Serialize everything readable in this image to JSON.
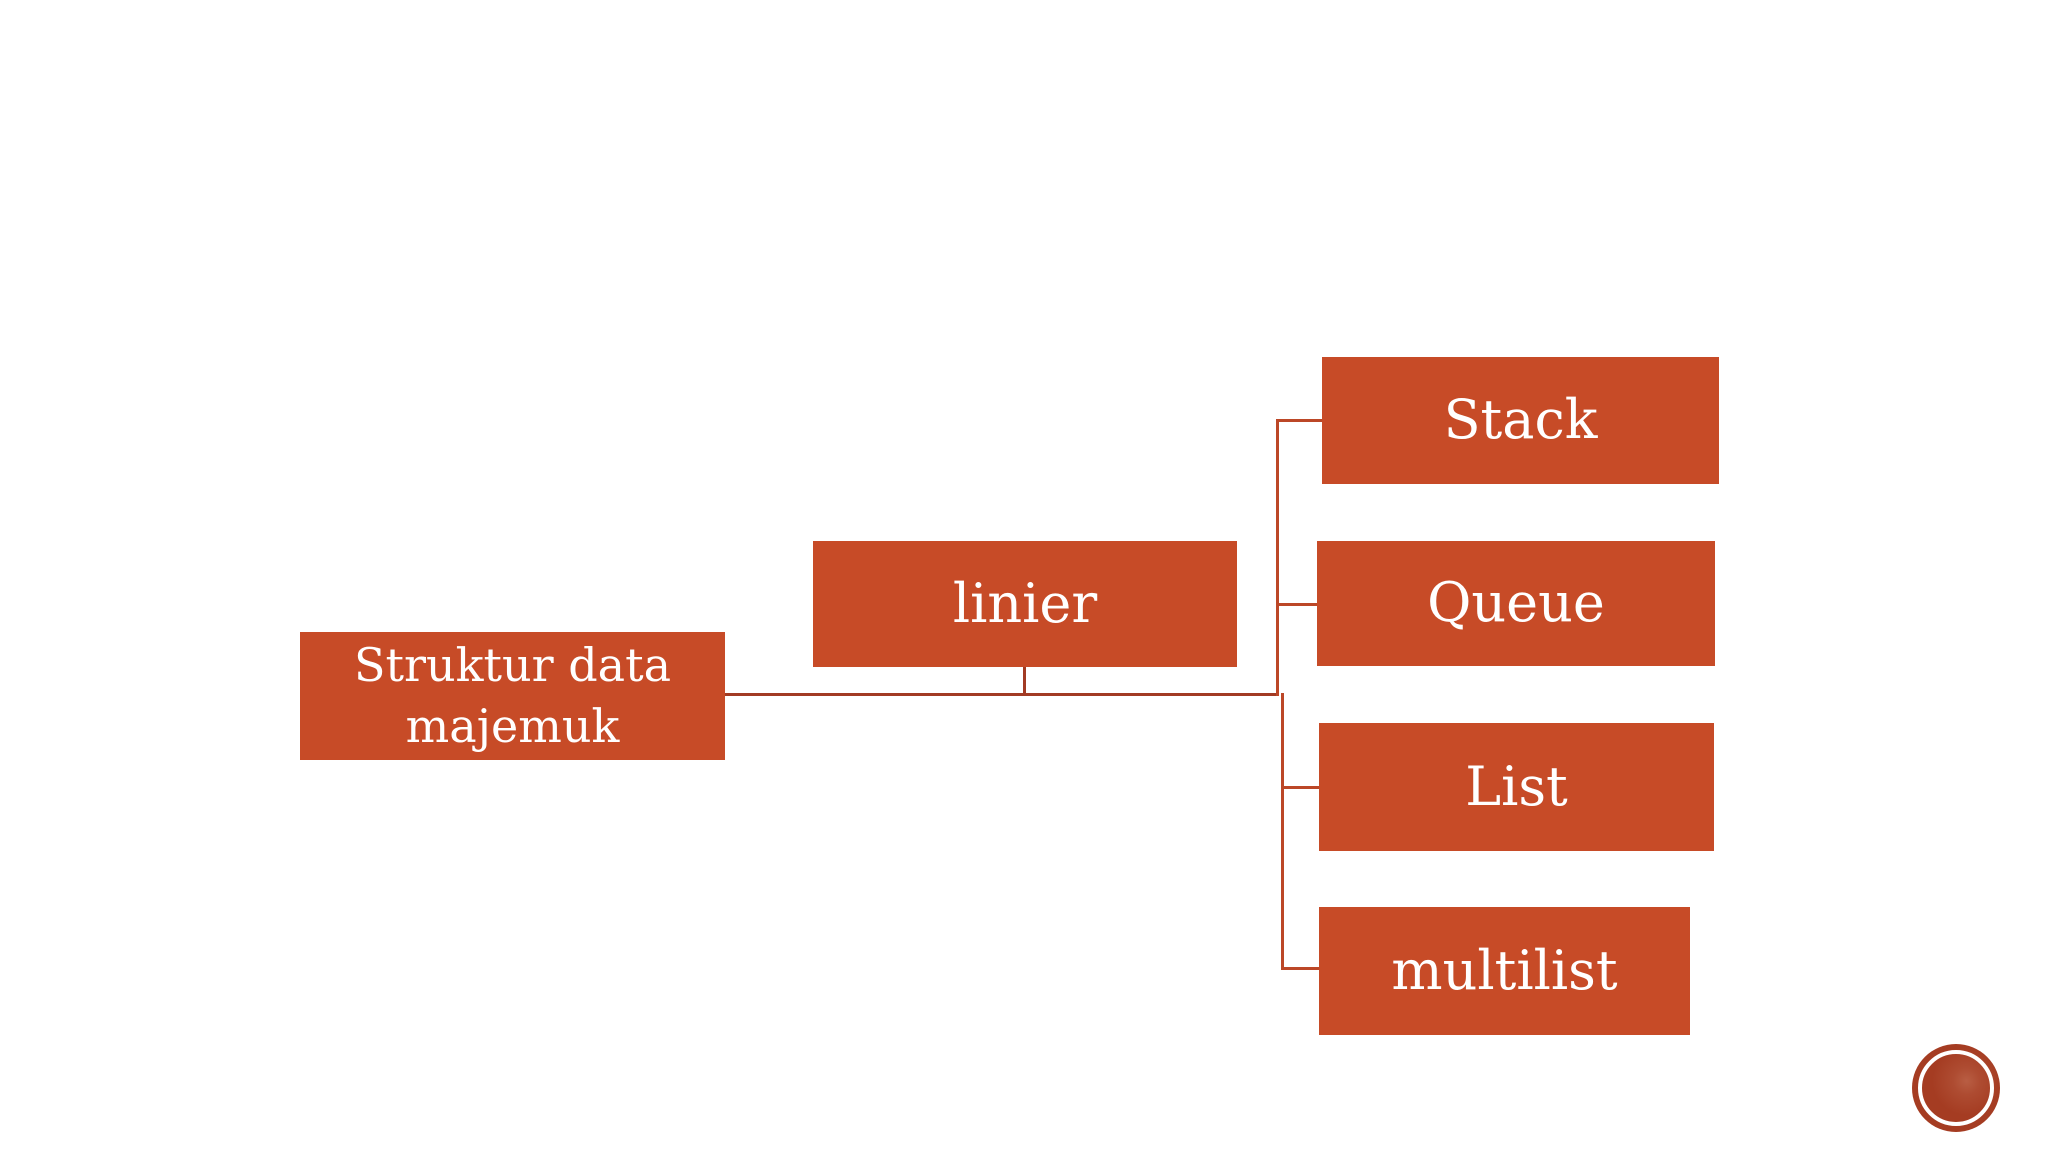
{
  "slide": {
    "colors": {
      "slide_bg": "#ffffff",
      "node_fill": "#c74b27",
      "node_text": "#ffffff",
      "connector_main": "#a23b24",
      "connector_branch": "#bc4727",
      "badge_fill": "#a53c22"
    },
    "nodes": {
      "root": {
        "label": "Struktur data majemuk"
      },
      "level2": {
        "label": "linier"
      },
      "children": [
        {
          "label": "Stack"
        },
        {
          "label": "Queue"
        },
        {
          "label": "List"
        },
        {
          "label": "multilist"
        }
      ]
    },
    "badge": {
      "type": "circle-stamp"
    }
  }
}
